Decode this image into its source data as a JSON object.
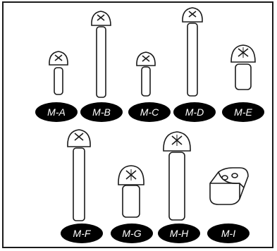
{
  "labels": [
    "M-A",
    "M-B",
    "M-C",
    "M-D",
    "M-E",
    "M-F",
    "M-G",
    "M-H",
    "M-I"
  ],
  "colors": {
    "stroke": "#1a1a1a",
    "label_bg": "#000000",
    "label_text": "#ffffff",
    "fill": "#ffffff"
  }
}
